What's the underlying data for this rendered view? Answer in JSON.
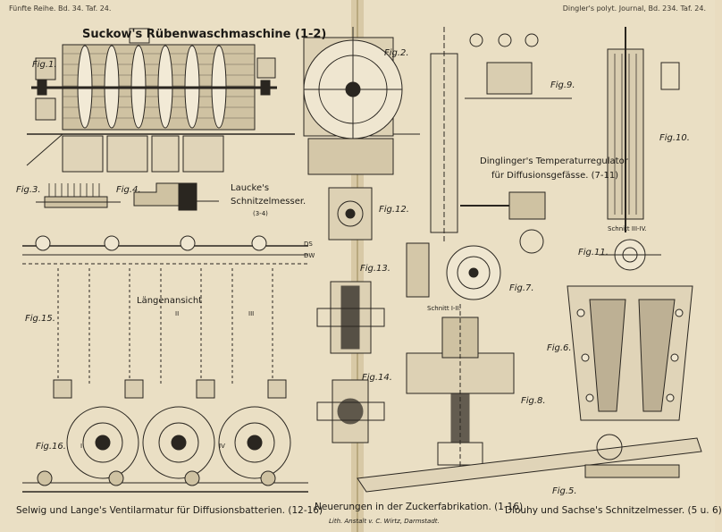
{
  "header": {
    "left": "Fünfte Reihe. Bd. 34. Taf. 24.",
    "right": "Dingler's polyt. Journal, Bd. 234. Taf. 24."
  },
  "titles": {
    "suckow": "Suckow's Rübenwaschmaschine (1-2)",
    "laucke_1": "Laucke's",
    "laucke_2": "Schnitzelmesser.",
    "laucke_range": "(3-4)",
    "dinglinger_1": "Dinglinger's Temperaturregulator",
    "dinglinger_2": "für Diffusionsgefässe. (7-11)",
    "laengenansicht": "Längenansicht",
    "schnitt_1_2": "Schnitt I-II.",
    "schnitt_3_4": "Schnitt III-IV."
  },
  "figures": [
    "Fig.1.",
    "Fig.2.",
    "Fig.3.",
    "Fig.4.",
    "Fig.5.",
    "Fig.6.",
    "Fig.7.",
    "Fig.8.",
    "Fig.9.",
    "Fig.10.",
    "Fig.11.",
    "Fig.12.",
    "Fig.13.",
    "Fig.14.",
    "Fig.15.",
    "Fig.16."
  ],
  "captions": {
    "left": "Selwig und Lange's Ventilarmatur für Diffusionsbatterien. (12-16)",
    "center": "Neuerungen in der Zuckerfabrikation. (1-16)",
    "right": "Dlouhy und Sachse's Schnitzelmesser. (5 u. 6)",
    "imprint": "Lith. Anstalt v. C. Wirtz, Darmstadt."
  },
  "marks": {
    "roman": [
      "I",
      "II",
      "III",
      "IV"
    ],
    "ds": "DS",
    "dw": "DW"
  }
}
